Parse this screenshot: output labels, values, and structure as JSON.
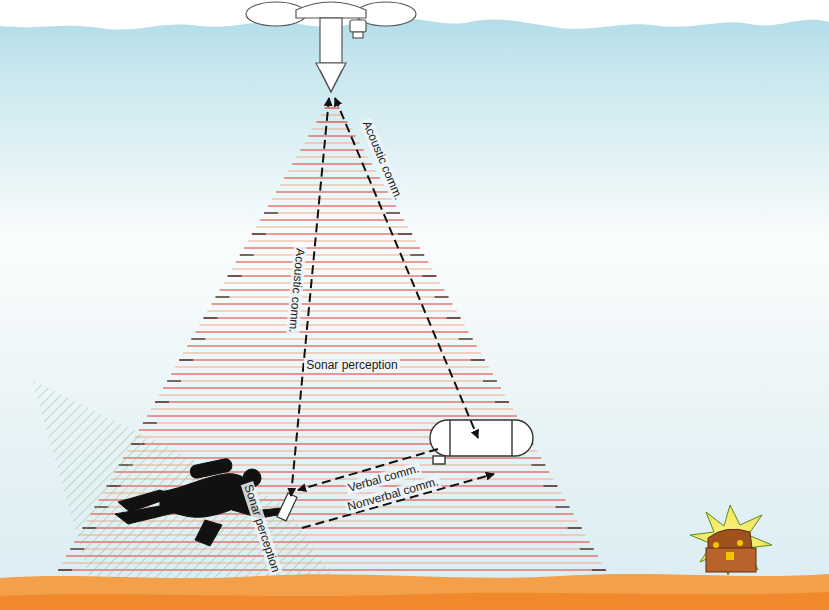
{
  "diagram": {
    "labels": [
      "Acoustic comm.",
      "Acoustic comm.",
      "Sonar perception",
      "Sonar perception",
      "Verbal comm.",
      "Nonverbal comm."
    ]
  }
}
